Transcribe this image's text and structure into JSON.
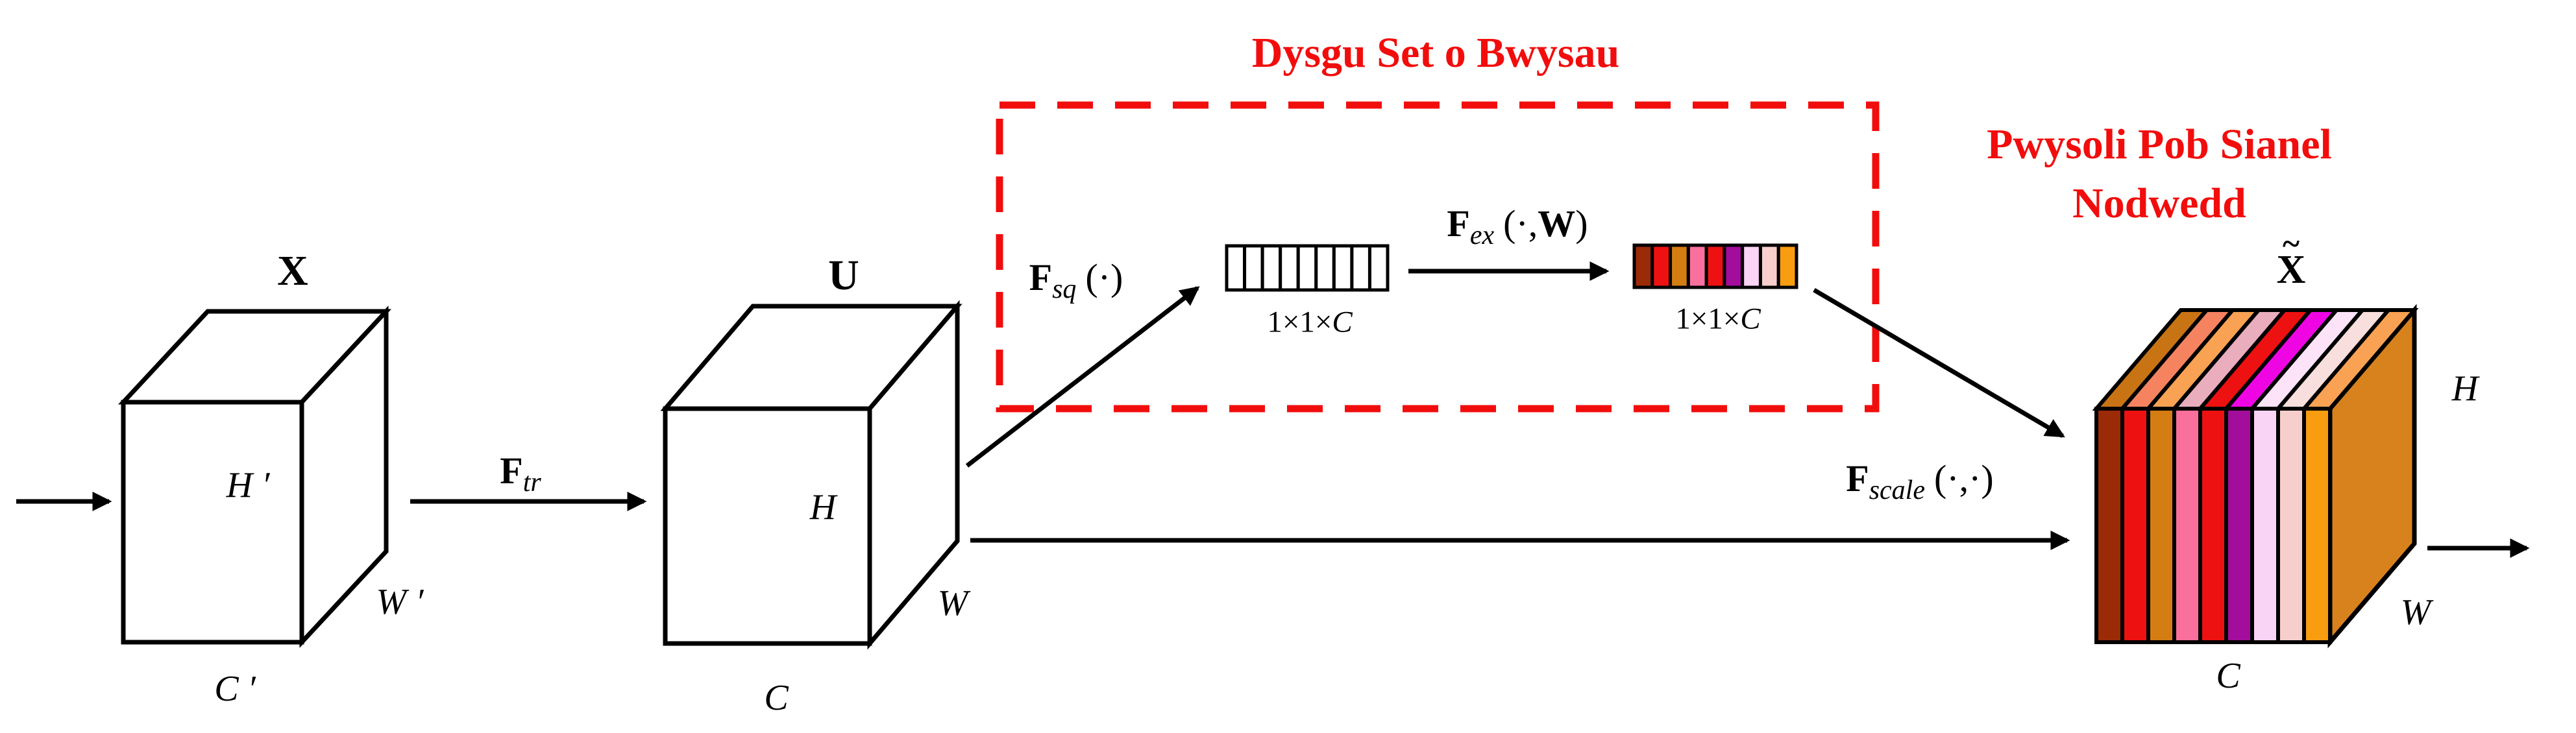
{
  "diagram": {
    "background": "#FFFFFF",
    "colors": {
      "accent_red": "#F20D0D",
      "ink": "#000000",
      "side_face_orange": "#D8821E"
    },
    "titles": {
      "learn_weights": "Dysgu Set o Bwysau",
      "weight_channels_line1": "Pwysoli Pob Sianel",
      "weight_channels_line2": "Nodwedd"
    },
    "input_cube": {
      "name": "X",
      "height": "H ′",
      "width": "W ′",
      "channels": "C ′"
    },
    "f_tr": {
      "base": "F",
      "sub": "tr"
    },
    "feature_cube": {
      "name": "U",
      "height": "H",
      "width": "W",
      "channels": "C"
    },
    "f_sq": {
      "base": "F",
      "sub": "sq",
      "args": "(·)"
    },
    "squeeze_vector": {
      "dims_pre": "1×1×",
      "dims_c": "C",
      "cells": [
        "#FFFFFF",
        "#FFFFFF",
        "#FFFFFF",
        "#FFFFFF",
        "#FFFFFF",
        "#FFFFFF",
        "#FFFFFF",
        "#FFFFFF",
        "#FFFFFF"
      ]
    },
    "f_ex": {
      "base": "F",
      "sub": "ex",
      "args_pre": "(·,",
      "weight": "W",
      "args_post": ")"
    },
    "excitation_vector": {
      "dims_pre": "1×1×",
      "dims_c": "C",
      "cells": [
        "#9B2A06",
        "#EE1111",
        "#D47D12",
        "#F9709D",
        "#EE1111",
        "#A30D9B",
        "#FAD4F4",
        "#F6CFCC",
        "#F89D0F"
      ]
    },
    "f_scale": {
      "base": "F",
      "sub": "scale",
      "args": "(·,·)"
    },
    "output_cube": {
      "accent": "~",
      "name": "X",
      "height": "H",
      "width": "W",
      "channels": "C",
      "front_slices": [
        "#9B2A06",
        "#EE1111",
        "#D47D12",
        "#F9709D",
        "#EE1111",
        "#A30D9B",
        "#FAD4F4",
        "#F6CFCC",
        "#F89D0F"
      ],
      "top_slices": [
        "#C97414",
        "#F5835F",
        "#F9A254",
        "#E9ADBE",
        "#EE1111",
        "#EF05E4",
        "#FCE3F8",
        "#F9DEDE",
        "#F9A254"
      ],
      "side_color": "#D8821E"
    }
  }
}
